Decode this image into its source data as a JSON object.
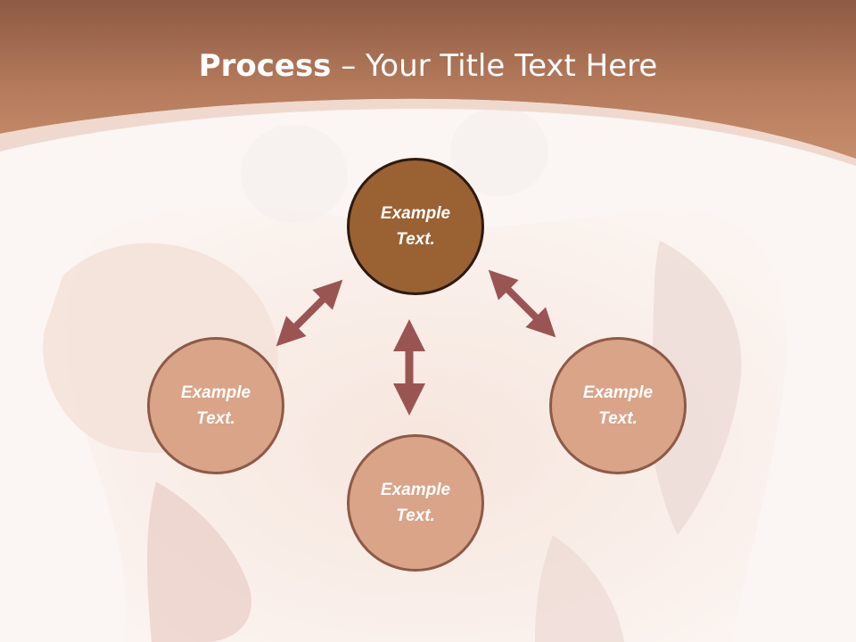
{
  "slide": {
    "title_bold": "Process",
    "title_rest": " – Your Title Text Here",
    "colors": {
      "header": "#a96d4f",
      "main_node": "#9a6132",
      "side_node": "#d9a487",
      "arrow": "#9a5552"
    }
  },
  "diagram": {
    "center": {
      "label": "Example\nText."
    },
    "left": {
      "label": "Example\nText."
    },
    "bottom": {
      "label": "Example\nText."
    },
    "right": {
      "label": "Example\nText."
    }
  }
}
